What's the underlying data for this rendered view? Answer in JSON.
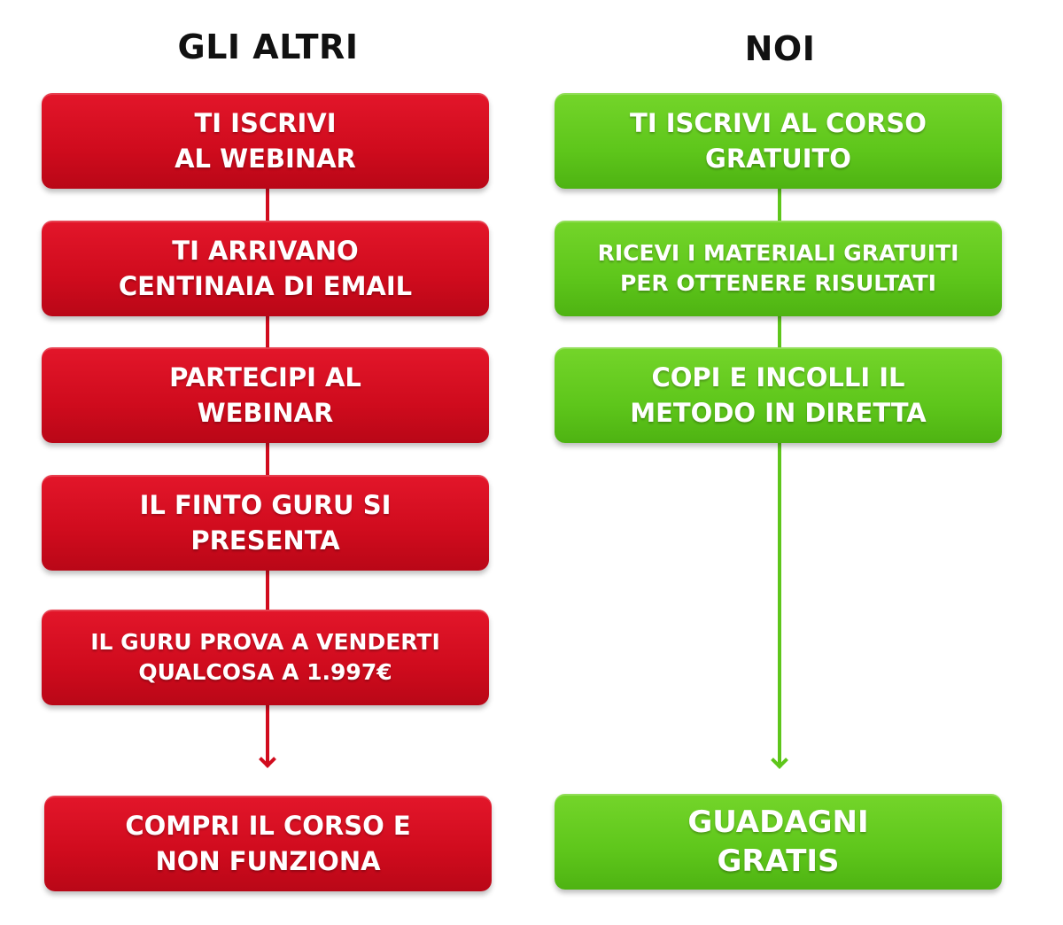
{
  "left_column": {
    "title": "GLI ALTRI",
    "color": "#d10c1e",
    "steps": [
      "TI ISCRIVI\nAL WEBINAR",
      "TI ARRIVANO\nCENTINAIA DI EMAIL",
      "PARTECIPI AL\nWEBINAR",
      "IL FINTO GURU SI\nPRESENTA",
      "IL GURU PROVA A VENDERTI\nQUALCOSA A 1.997€"
    ],
    "result": "COMPRI IL CORSO E\nNON FUNZIONA"
  },
  "right_column": {
    "title": "NOI",
    "color": "#5ec61b",
    "steps": [
      "TI ISCRIVI AL CORSO\nGRATUITO",
      "RICEVI I MATERIALI GRATUITI\nPER OTTENERE RISULTATI",
      "COPI E INCOLLI IL\nMETODO IN DIRETTA"
    ],
    "result": "GUADAGNI\nGRATIS"
  },
  "connector_icons": [
    "arrow-down-icon",
    "arrow-down-icon"
  ]
}
